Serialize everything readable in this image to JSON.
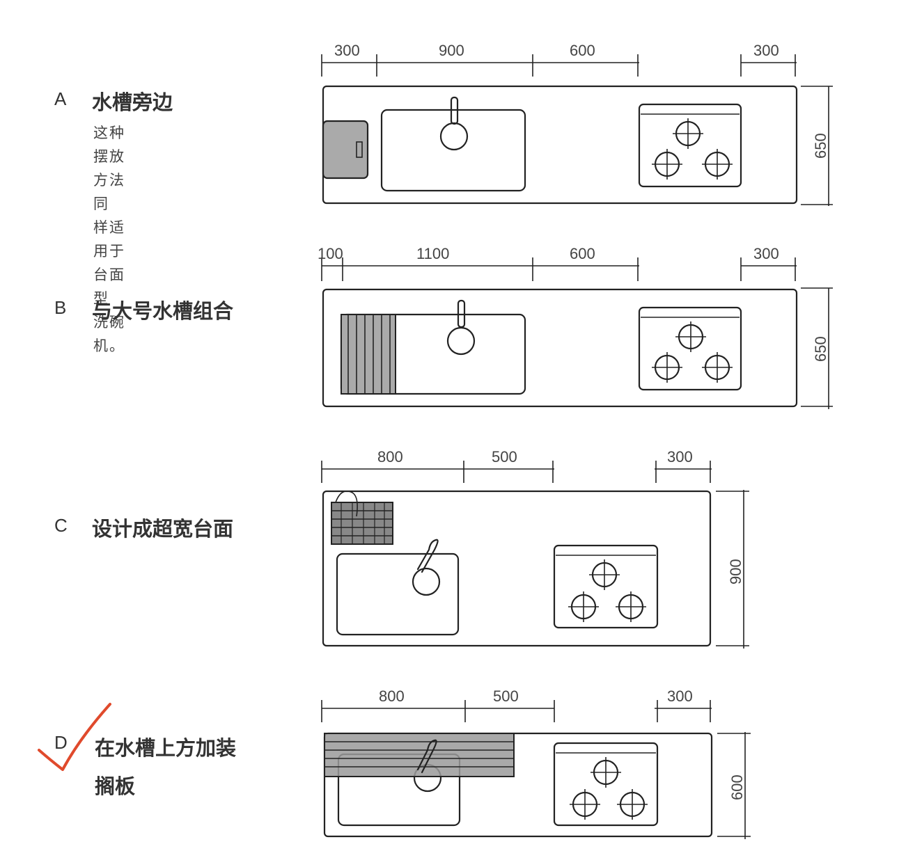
{
  "layouts": [
    {
      "letter": "A",
      "title": "水槽旁边",
      "desc_lines": [
        "这种摆放方法同",
        "样适用于台面型",
        "洗碗机。"
      ],
      "dims_top": [
        "300",
        "900",
        "600",
        "300"
      ],
      "dim_side": "650"
    },
    {
      "letter": "B",
      "title": "与大号水槽组合",
      "dims_top": [
        "100",
        "1100",
        "600",
        "300"
      ],
      "dim_side": "650"
    },
    {
      "letter": "C",
      "title": "设计成超宽台面",
      "dims_top": [
        "800",
        "500",
        "300"
      ],
      "dim_side": "900"
    },
    {
      "letter": "D",
      "title_lines": [
        "在水槽上方加装",
        "搁板"
      ],
      "dims_top": [
        "800",
        "500",
        "300"
      ],
      "dim_side": "600",
      "checked": true
    }
  ],
  "colors": {
    "check_mark": "#e04a2c",
    "appliance_fill": "#aaaaaa"
  }
}
